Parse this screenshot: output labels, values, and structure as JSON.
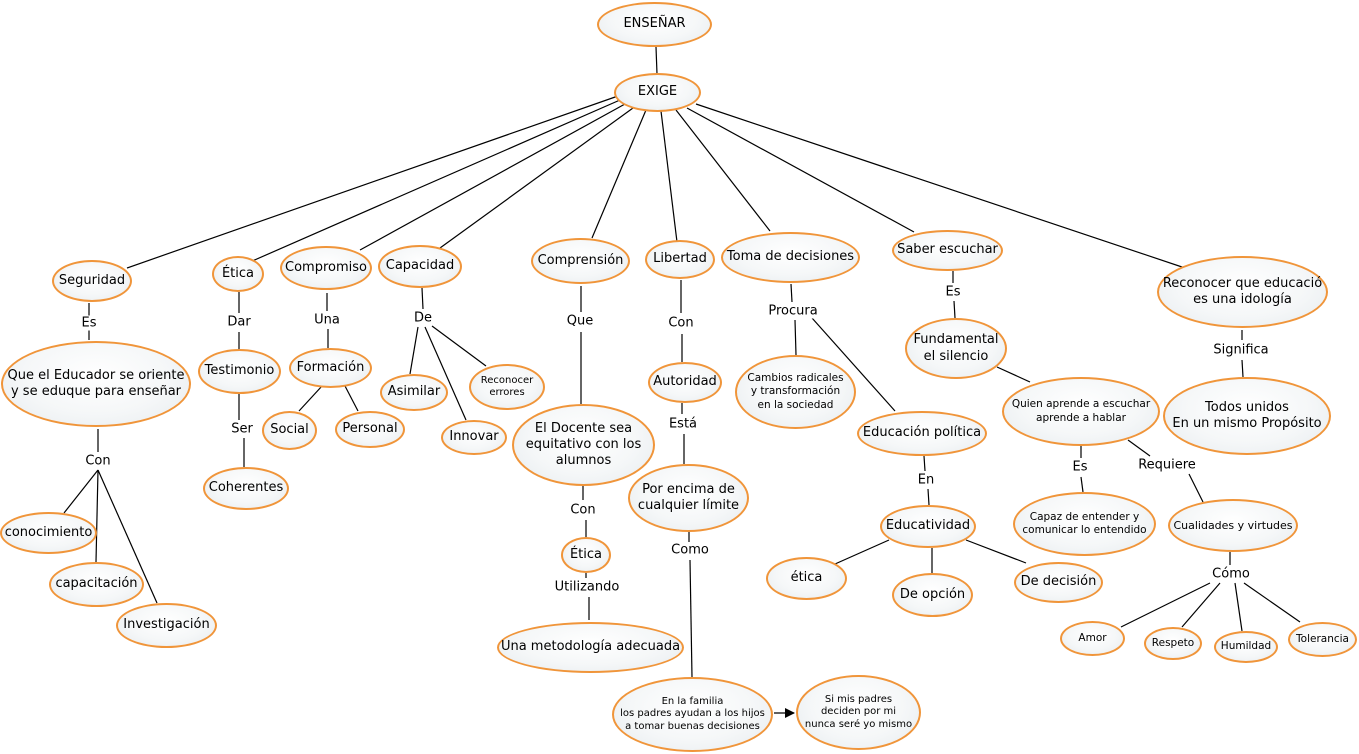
{
  "nodes": {
    "ensenar": "ENSEÑAR",
    "exige": "EXIGE",
    "seguridad": "Seguridad",
    "etica": "Ética",
    "compromiso": "Compromiso",
    "capacidad": "Capacidad",
    "comprension": "Comprensión",
    "libertad": "Libertad",
    "toma": "Toma de decisiones",
    "saber": "Saber escuchar",
    "reconocer": "Reconocer que educació\nes una idología",
    "educador": "Que el Educador se oriente\ny se eduque para enseñar",
    "conocimiento": "conocimiento",
    "capacitacion": "capacitación",
    "investigacion": "Investigación",
    "testimonio": "Testimonio",
    "coherentes": "Coherentes",
    "formacion": "Formación",
    "social": "Social",
    "personal": "Personal",
    "asimilar": "Asimilar",
    "innovar": "Innovar",
    "reconocer_errores": "Reconocer\nerrores",
    "docente": "El Docente sea\nequitativo con los\nalumnos",
    "etica2": "Ética",
    "metodologia": "Una metodología adecuada",
    "autoridad": "Autoridad",
    "encima": "Por encima de\ncualquier límite",
    "familia": "En la familia\nlos padres ayudan a los hijos\na tomar buenas decisiones",
    "padres": "Si mis padres\ndeciden por mi\nnunca seré yo mismo",
    "cambios": "Cambios radicales\ny transformación\nen la sociedad",
    "educacion_politica": "Educación política",
    "educatividad": "Educatividad",
    "etica3": "ética",
    "opcion": "De opción",
    "decision": "De decisión",
    "fundamental": "Fundamental\nel silencio",
    "quien": "Quien aprende a escuchar\naprende a hablar",
    "capaz": "Capaz de entender y\ncomunicar lo entendido",
    "cualidades": "Cualidades y virtudes",
    "amor": "Amor",
    "respeto": "Respeto",
    "humildad": "Humildad",
    "tolerancia": "Tolerancia",
    "unidos": "Todos unidos\nEn un mismo Propósito"
  },
  "labels": {
    "es1": "Es",
    "con1": "Con",
    "dar": "Dar",
    "ser": "Ser",
    "una": "Una",
    "de": "De",
    "que": "Que",
    "con2": "Con",
    "utilizando": "Utilizando",
    "con3": "Con",
    "esta": "Está",
    "como1": "Como",
    "procura": "Procura",
    "en": "En",
    "es2": "Es",
    "es3": "Es",
    "requiere": "Requiere",
    "como2": "Cómo",
    "significa": "Significa"
  },
  "colors": {
    "node_border": "#f0953a",
    "node_fill": "#f1f4f6",
    "line": "#000000"
  }
}
